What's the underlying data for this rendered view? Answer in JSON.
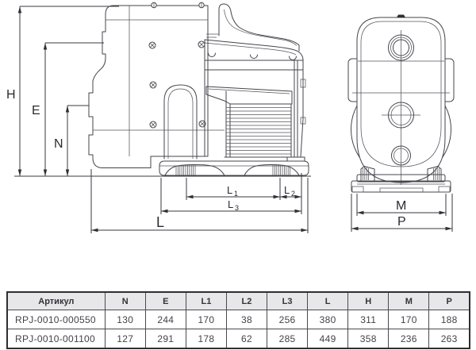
{
  "diagram": {
    "labels": {
      "h": "H",
      "e": "E",
      "n": "N",
      "l": "L",
      "l1_base": "L",
      "l1_sub": "1",
      "l2_base": "L",
      "l2_sub": "2",
      "l3_base": "L",
      "l3_sub": "3",
      "m": "M",
      "p": "P"
    }
  },
  "table": {
    "headers": [
      "Артикул",
      "N",
      "E",
      "L1",
      "L2",
      "L3",
      "L",
      "H",
      "M",
      "P"
    ],
    "rows": [
      {
        "cells": [
          "RPJ-0010-000550",
          "130",
          "244",
          "170",
          "38",
          "256",
          "380",
          "311",
          "170",
          "188"
        ]
      },
      {
        "cells": [
          "RPJ-0010-001100",
          "127",
          "291",
          "178",
          "62",
          "285",
          "449",
          "358",
          "236",
          "263"
        ]
      }
    ]
  },
  "colors": {
    "line": "#45454c",
    "label": "#2b2b30",
    "table_header_bg": "#e7e7e9",
    "table_border": "#2e2e33"
  }
}
